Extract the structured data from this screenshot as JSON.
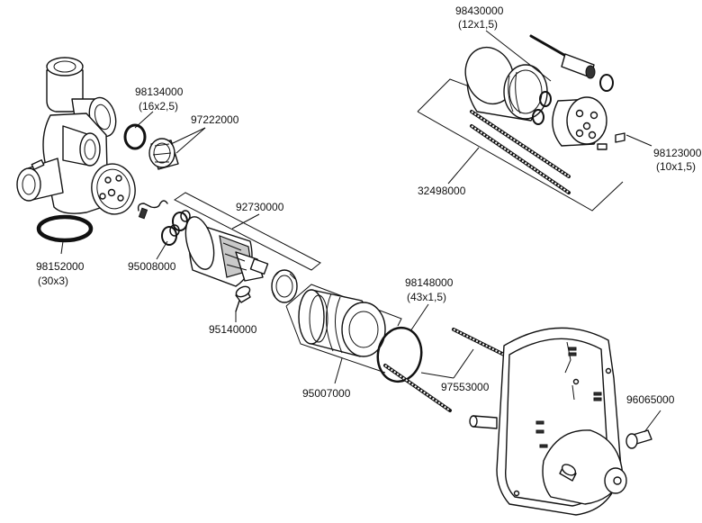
{
  "labels": {
    "p98430000": {
      "number": "98430000",
      "spec": "(12x1,5)"
    },
    "p98134000": {
      "number": "98134000",
      "spec": "(16x2,5)"
    },
    "p97222000": {
      "number": "97222000"
    },
    "p98123000": {
      "number": "98123000",
      "spec": "(10x1,5)"
    },
    "p32498000": {
      "number": "32498000"
    },
    "p92730000": {
      "number": "92730000"
    },
    "p98152000": {
      "number": "98152000",
      "spec": "(30x3)"
    },
    "p95008000": {
      "number": "95008000"
    },
    "p98148000": {
      "number": "98148000",
      "spec": "(43x1,5)"
    },
    "p95140000": {
      "number": "95140000"
    },
    "p95007000": {
      "number": "95007000"
    },
    "p97553000": {
      "number": "97553000"
    },
    "p96065000": {
      "number": "96065000"
    }
  }
}
